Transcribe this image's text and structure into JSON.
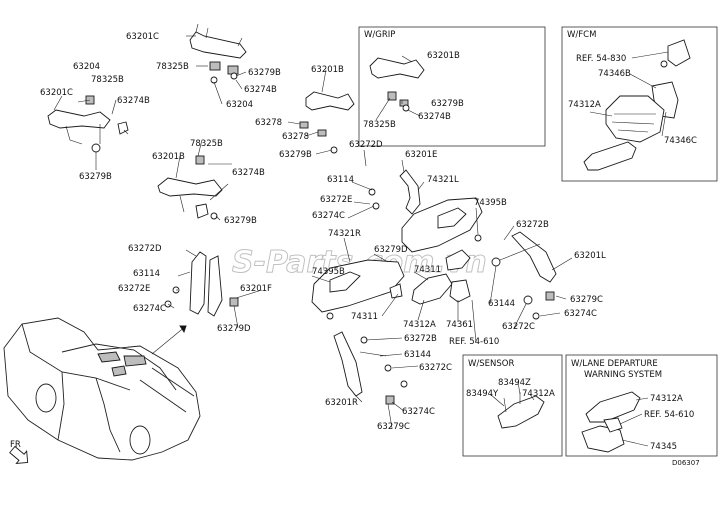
{
  "diagram_code": "D06307",
  "watermark": "S-Parts.com.vn",
  "orientation_label": "FR",
  "boxes": {
    "grip": {
      "title": "W/GRIP"
    },
    "fcm": {
      "title": "W/FCM"
    },
    "sensor": {
      "title": "W/SENSOR"
    },
    "ldw": {
      "title_line1": "W/LANE DEPARTURE",
      "title_line2": "WARNING SYSTEM"
    }
  },
  "labels": {
    "l01": "63201C",
    "l02": "78325B",
    "l03": "63279B",
    "l04": "63274B",
    "l05": "63204",
    "l06": "63204",
    "l07": "78325B",
    "l08": "63201C",
    "l09": "63274B",
    "l10": "63279B",
    "l11": "63201B",
    "l12": "63278",
    "l13": "63278",
    "l14": "63279B",
    "l15": "63201B",
    "l16": "63279B",
    "l17": "78325B",
    "l18": "63274B",
    "l19": "REF. 54-830",
    "l20": "74346B",
    "l21": "74312A",
    "l22": "74346C",
    "l23": "78325B",
    "l24": "63201B",
    "l25": "63274B",
    "l26": "63279B",
    "l27": "63272D",
    "l28": "63201E",
    "l29": "63114",
    "l30": "74321L",
    "l31": "63272E",
    "l32": "63274C",
    "l33": "74395B",
    "l34": "63272B",
    "l35": "74321R",
    "l36": "63201L",
    "l37": "63279D",
    "l38": "63272D",
    "l39": "63114",
    "l40": "63272E",
    "l41": "63201F",
    "l42": "74395B",
    "l43": "74311",
    "l44": "63274C",
    "l45": "63279D",
    "l46": "74311",
    "l47": "74312A",
    "l48": "74361",
    "l49": "63144",
    "l50": "63272C",
    "l51": "63279C",
    "l52": "63274C",
    "l53": "REF. 54-610",
    "l54": "63272B",
    "l55": "63144",
    "l56": "63272C",
    "l57": "63201R",
    "l58": "63274C",
    "l59": "63279C",
    "l60": "83494Z",
    "l61": "83494Y",
    "l62": "74312A",
    "l63": "74312A",
    "l64": "REF. 54-610",
    "l65": "74345"
  }
}
